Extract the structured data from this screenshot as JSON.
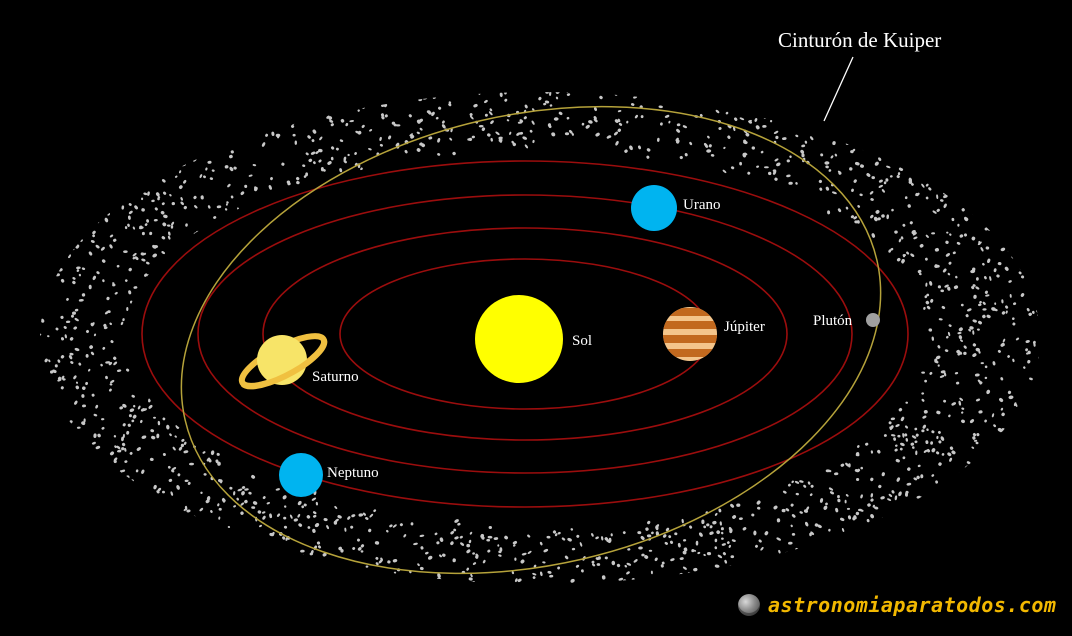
{
  "labels": {
    "kuiper": "Cinturón de Kuiper",
    "sol": "Sol",
    "jupiter": "Júpiter",
    "saturno": "Saturno",
    "urano": "Urano",
    "neptuno": "Neptuno",
    "pluton": "Plutón"
  },
  "brand": {
    "text": "astronomiaparatodos.com",
    "icon": "planet-icon"
  },
  "colors": {
    "background": "#000000",
    "orbit": "#9b0d0d",
    "pluto_orbit": "#b5a23a",
    "sun": "#ffff00",
    "ice_giants": "#00b4f0",
    "saturn": "#f7e468",
    "jupiter_light": "#f4c58b",
    "jupiter_dark": "#c2691e",
    "pluto": "#a0a0a0",
    "kuiper_dots": "#c8c8c8",
    "brand_text": "#f2b800"
  }
}
